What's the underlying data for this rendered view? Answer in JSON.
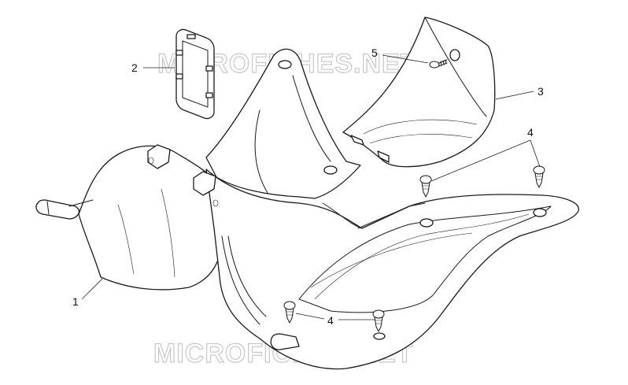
{
  "callouts": {
    "c1": "1",
    "c2": "2",
    "c3": "3",
    "c4_top": "4",
    "c4_bottom": "4",
    "c5": "5"
  },
  "watermarks": {
    "top": "MICROFICHES.NET",
    "bottom": "MICROFICHES.NET"
  },
  "colors": {
    "line": "#1a1a1a",
    "watermark": "#c8c8c8",
    "background": "#ffffff"
  }
}
